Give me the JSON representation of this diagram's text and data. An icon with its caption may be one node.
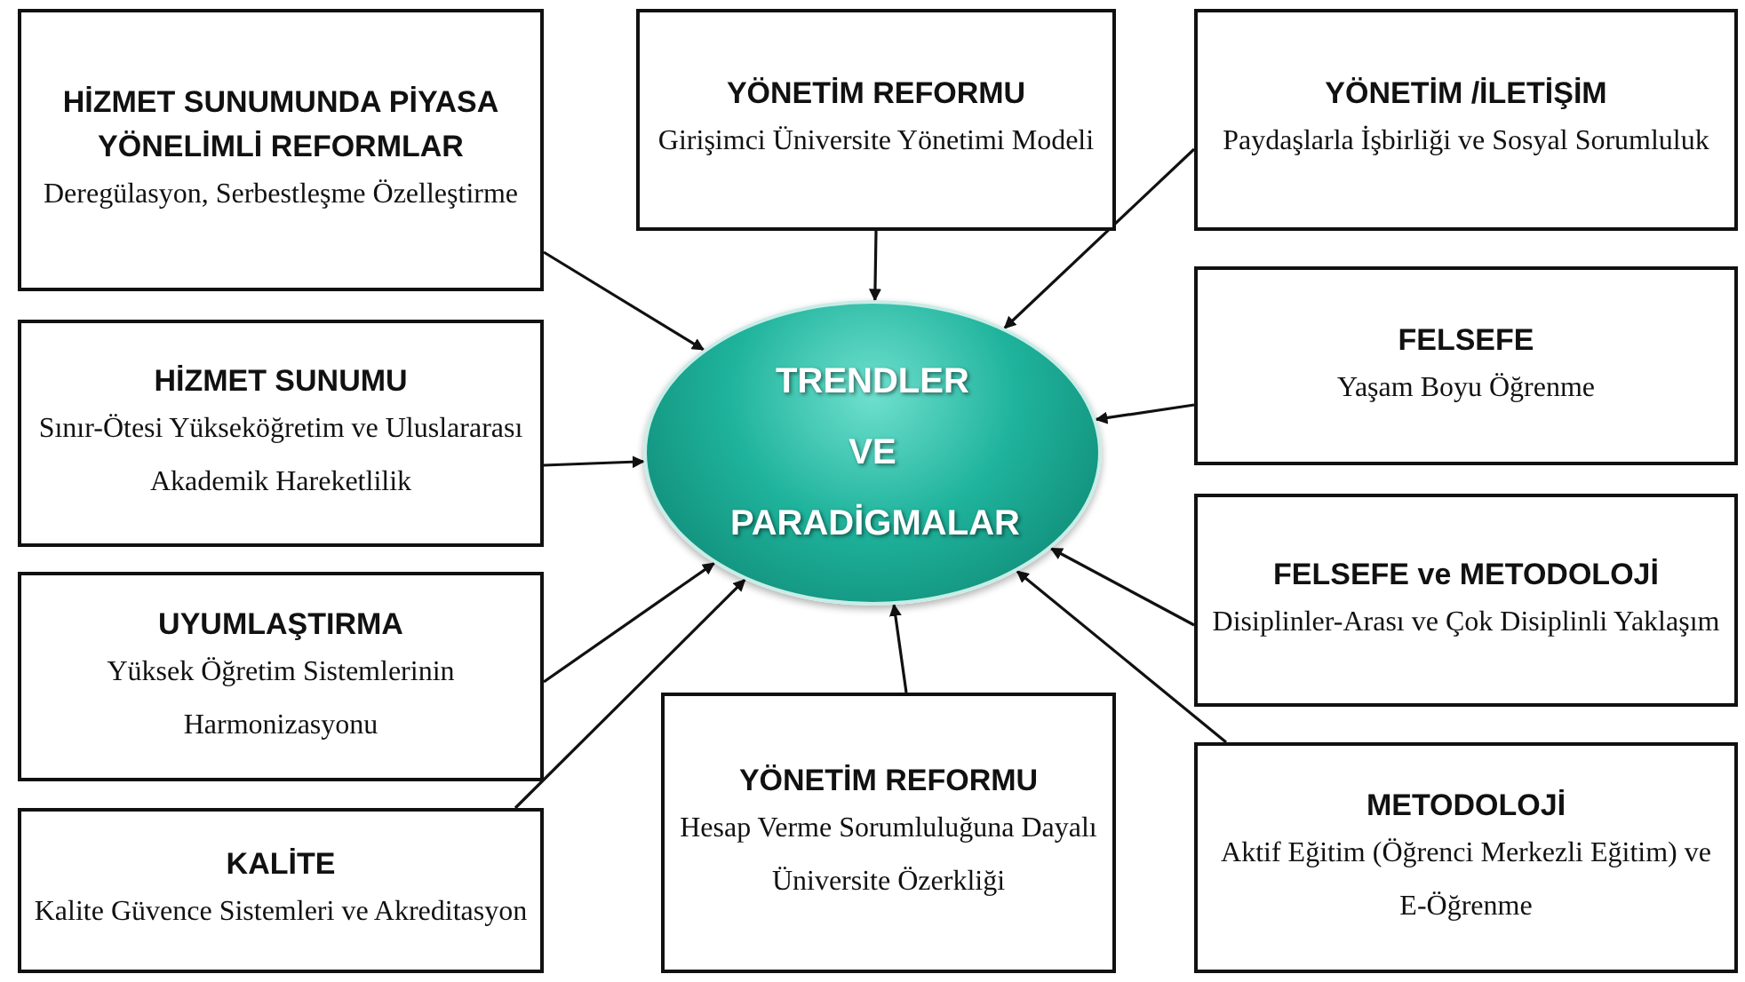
{
  "diagram": {
    "nodes": [
      {
        "text": [
          "TRENDLER VE PARADİGMALAR"
        ]
      },
      {
        "text": [
          "HİZMET SUNUMUNDA PİYASA YÖNELİMLİ REFORMLAR",
          "Deregülasyon, Serbestleşme Özelleştirme"
        ]
      },
      {
        "text": [
          "YÖNETİM REFORMU",
          "Girişimci Üniversite Yönetimi Modeli"
        ]
      },
      {
        "text": [
          "YÖNETİM /İLETİŞİM",
          "Paydaşlarla İşbirliği ve Sosyal Sorumluluk"
        ]
      },
      {
        "text": [
          "HİZMET SUNUMU",
          "Sınır-Ötesi Yükseköğretim ve Uluslararası Akademik Hareketlilik"
        ]
      },
      {
        "text": [
          "FELSEFE",
          "Yaşam Boyu Öğrenme"
        ]
      },
      {
        "text": [
          "UYUMLAŞTIRMA",
          "Yüksek Öğretim Sistemlerinin Harmonizasyonu"
        ]
      },
      {
        "text": [
          "FELSEFE ve METODOLOJİ",
          "Disiplinler-Arası ve Çok Disiplinli Yaklaşım"
        ]
      },
      {
        "text": [
          "KALİTE",
          "Kalite Güvence Sistemleri ve Akreditasyon"
        ]
      },
      {
        "text": [
          "YÖNETİM REFORMU",
          "Hesap Verme Sorumluluğuna Dayalı Üniversite Özerkliği"
        ]
      },
      {
        "text": [
          "METODOLOJİ",
          "Aktif Eğitim (Öğrenci Merkezli Eğitim) ve E-Öğrenme"
        ]
      }
    ],
    "edges": [
      {
        "from": 1,
        "to": 0,
        "arrow": "to"
      },
      {
        "from": 2,
        "to": 0,
        "arrow": "to"
      },
      {
        "from": 3,
        "to": 0,
        "arrow": "to"
      },
      {
        "from": 4,
        "to": 0,
        "arrow": "to"
      },
      {
        "from": 5,
        "to": 0,
        "arrow": "to"
      },
      {
        "from": 6,
        "to": 0,
        "arrow": "to"
      },
      {
        "from": 7,
        "to": 0,
        "arrow": "to"
      },
      {
        "from": 8,
        "to": 0,
        "arrow": "to"
      },
      {
        "from": 9,
        "to": 0,
        "arrow": "to"
      },
      {
        "from": 10,
        "to": 0,
        "arrow": "to"
      }
    ]
  }
}
